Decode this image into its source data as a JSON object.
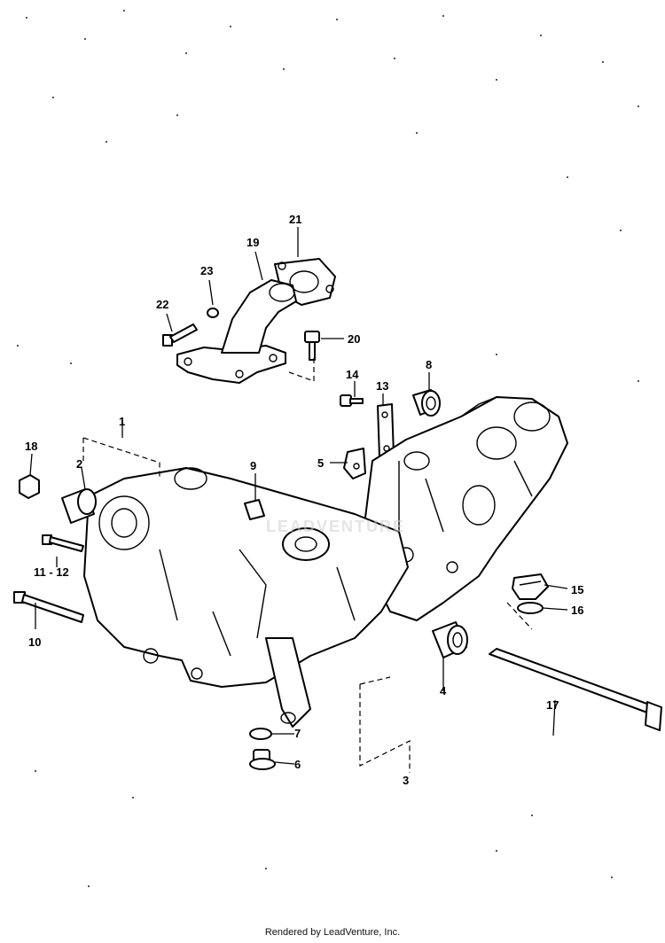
{
  "callouts": [
    "1",
    "2",
    "3",
    "4",
    "5",
    "6",
    "7",
    "8",
    "9",
    "10",
    "11 - 12",
    "13",
    "14",
    "15",
    "16",
    "17",
    "18",
    "19",
    "20",
    "21",
    "22",
    "23"
  ],
  "watermark": "LEADVENTURE",
  "footer": "Rendered by LeadVenture, Inc."
}
